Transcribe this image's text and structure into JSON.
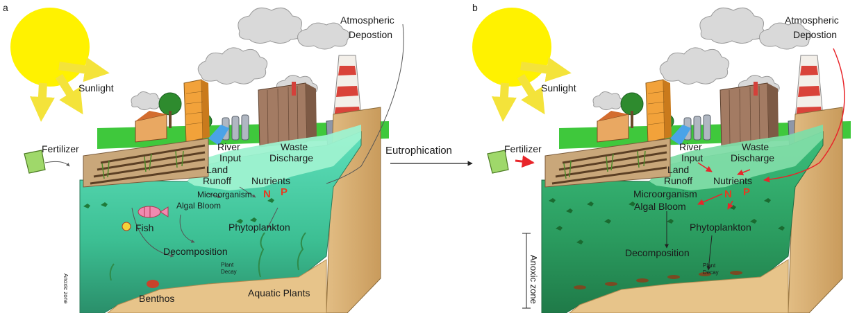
{
  "panels": [
    {
      "letter": "a",
      "labels": {
        "sunlight": "Sunlight",
        "atmospheric_line1": "Atmospheric",
        "atmospheric_line2": "Depostion",
        "fertilizer": "Fertilizer",
        "river_line1": "River",
        "river_line2": "Input",
        "waste_line1": "Waste",
        "waste_line2": "Discharge",
        "land_line1": "Land",
        "land_line2": "Runoff",
        "nutrients": "Nutrients",
        "microorganism": "Microorganism",
        "n": "N",
        "p": "P",
        "algal_bloom": "Algal Bloom",
        "fish": "Fish",
        "phytoplankton": "Phytoplankton",
        "decomposition": "Decomposition",
        "plant_line1": "Plant",
        "plant_line2": "Decay",
        "anoxic_zone": "Anoxic zone",
        "benthos": "Benthos",
        "aquatic_plants": "Aquatic Plants"
      }
    },
    {
      "letter": "b",
      "labels": {
        "sunlight": "Sunlight",
        "atmospheric_line1": "Atmospheric",
        "atmospheric_line2": "Depostion",
        "fertilizer": "Fertilizer",
        "river_line1": "River",
        "river_line2": "Input",
        "waste_line1": "Waste",
        "waste_line2": "Discharge",
        "land_line1": "Land",
        "land_line2": "Runoff",
        "nutrients": "Nutrients",
        "microorganism": "Microorganism",
        "n": "N",
        "p": "P",
        "algal_bloom": "Algal Bloom",
        "phytoplankton": "Phytoplankton",
        "decomposition": "Decomposition",
        "plant_line1": "Plant",
        "plant_line2": "Decay",
        "anoxic_zone": "Anoxic zone"
      }
    }
  ],
  "transition": {
    "label": "Eutrophication"
  },
  "colors": {
    "sun": "#fff200",
    "sun_arrow": "#f7e83b",
    "water_clear": "#58d8b0",
    "water_eutrophic": "#2fa86a",
    "sediment": "#e7c48a",
    "nutrient_red": "#e63b1f",
    "red_arrow": "#e8252a",
    "grass": "#3fc83c",
    "building_brown": "#a37b63",
    "building_orange": "#f2a23a"
  }
}
